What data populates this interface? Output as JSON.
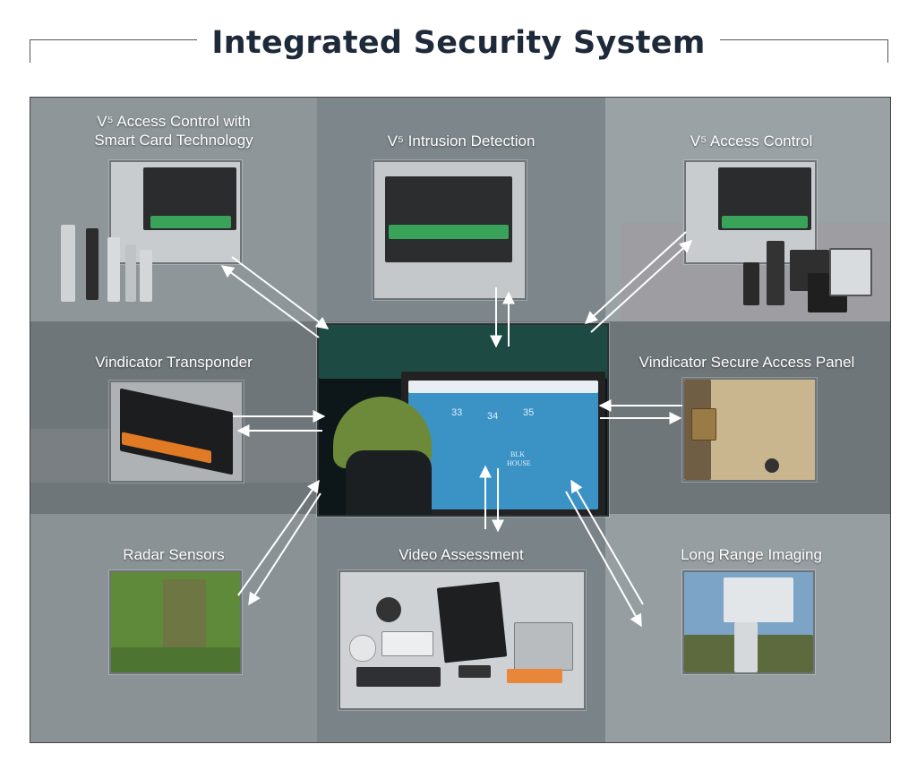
{
  "title": "Integrated Security System",
  "colors": {
    "title_text": "#1e2a3a",
    "panel_bg": "#8f979b",
    "arrow": "#ffffff",
    "label_text": "#ffffff"
  },
  "nodes": {
    "access_control_smart_card": {
      "label_line1": "V⁵ Access Control with",
      "label_line2": "Smart Card Technology"
    },
    "intrusion_detection": {
      "label": "V⁵ Intrusion Detection"
    },
    "access_control": {
      "label": "V⁵ Access Control"
    },
    "vindicator_transponder": {
      "label": "Vindicator Transponder"
    },
    "secure_access_panel": {
      "label": "Vindicator Secure Access Panel"
    },
    "radar_sensors": {
      "label": "Radar Sensors"
    },
    "video_assessment": {
      "label": "Video Assessment"
    },
    "long_range_imaging": {
      "label": "Long Range Imaging"
    }
  },
  "center": {
    "description": "operator-at-monitor",
    "screen_labels": [
      "33",
      "34",
      "35",
      "BLK",
      "HOUSE"
    ]
  }
}
